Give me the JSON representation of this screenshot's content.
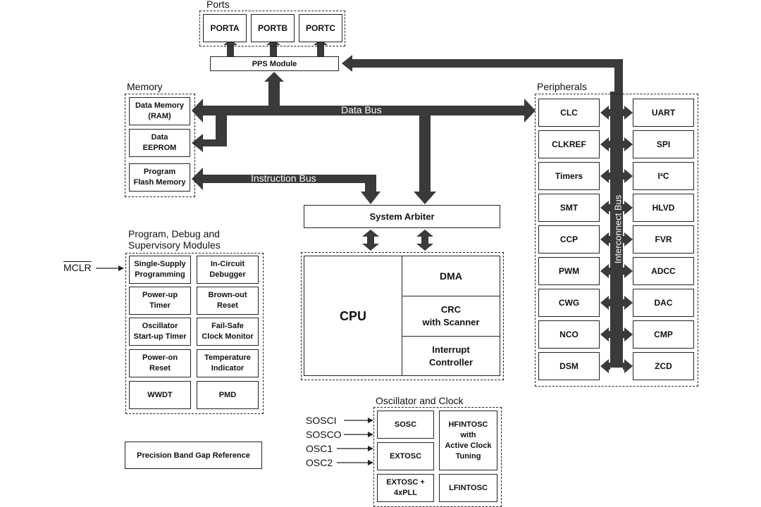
{
  "ports": {
    "title": "Ports",
    "items": [
      "PORTA",
      "PORTB",
      "PORTC"
    ]
  },
  "pps": "PPS Module",
  "memory": {
    "title": "Memory",
    "items": [
      "Data Memory\n(RAM)",
      "Data\nEEPROM",
      "Program\nFlash Memory"
    ]
  },
  "buses": {
    "data": "Data Bus",
    "instruction": "Instruction Bus",
    "interconnect": "Interconnect Bus"
  },
  "arbiter": "System Arbiter",
  "core": {
    "cpu": "CPU",
    "dma": "DMA",
    "crc": "CRC\nwith Scanner",
    "interrupt": "Interrupt\nController"
  },
  "peripherals": {
    "title": "Peripherals",
    "left": [
      "CLC",
      "CLKREF",
      "Timers",
      "SMT",
      "CCP",
      "PWM",
      "CWG",
      "NCO",
      "DSM"
    ],
    "right": [
      "UART",
      "SPI",
      "I²C",
      "HLVD",
      "FVR",
      "ADCC",
      "DAC",
      "CMP",
      "ZCD"
    ]
  },
  "supervisory": {
    "title": "Program, Debug and\nSupervisory Modules",
    "mclr": "MCLR",
    "items": [
      "Single-Supply\nProgramming",
      "In-Circuit\nDebugger",
      "Power-up\nTimer",
      "Brown-out\nReset",
      "Oscillator\nStart-up Timer",
      "Fail-Safe\nClock Monitor",
      "Power-on\nReset",
      "Temperature\nIndicator",
      "WWDT",
      "PMD"
    ]
  },
  "bandgap": "Precision Band Gap Reference",
  "oscillator": {
    "title": "Oscillator and Clock",
    "inputs": [
      "SOSCI",
      "SOSCO",
      "OSC1",
      "OSC2"
    ],
    "items": [
      "SOSC",
      "EXTOSC",
      "EXTOSC +\n4xPLL",
      "HFINTOSC\nwith\nActive Clock\nTuning",
      "LFINTOSC"
    ]
  }
}
